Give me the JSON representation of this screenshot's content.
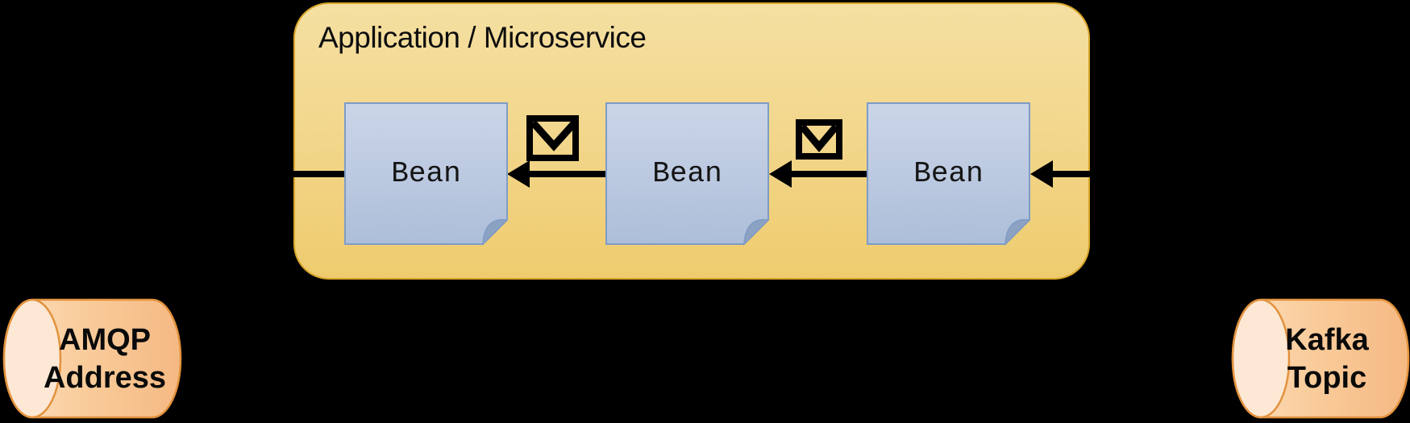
{
  "diagram": {
    "title": "Application / Microservice"
  },
  "beans": [
    {
      "label": "Bean"
    },
    {
      "label": "Bean"
    },
    {
      "label": "Bean"
    }
  ],
  "queues": [
    {
      "id": "amqp-address",
      "line1": "AMQP",
      "line2": "Address"
    },
    {
      "id": "kafka-topic",
      "line1": "Kafka",
      "line2": "Topic"
    }
  ],
  "icons": {
    "message": "envelope-icon"
  },
  "flow": {
    "direction": "right-to-left",
    "arrow_color": "#000000"
  },
  "colors": {
    "background": "#000000",
    "app_box_fill_top": "#F5E0A2",
    "app_box_fill_bottom": "#EECB6E",
    "app_box_border": "#D8A62B",
    "bean_fill_top": "#CBD5E8",
    "bean_fill_bottom": "#ADBED9",
    "bean_border": "#7F9CC6",
    "bean_fold": "#8CA2C2",
    "cylinder_fill_light": "#FCE8D4",
    "cylinder_fill_dark": "#F5B983",
    "cylinder_border": "#E2923E",
    "text": "#0d0d0d"
  }
}
